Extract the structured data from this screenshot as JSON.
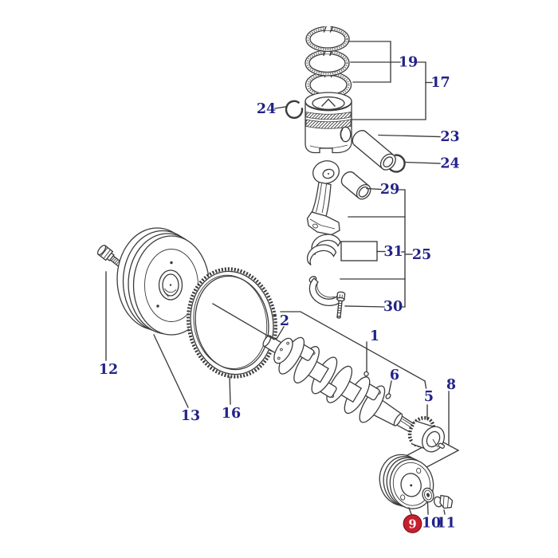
{
  "diagram": {
    "figure_type": "exploded-parts-diagram",
    "background": "#ffffff",
    "line_color": "#3b3b3b",
    "label_color": "#232388",
    "callouts": {
      "c19": "19",
      "c17": "17",
      "c24_left": "24",
      "c23": "23",
      "c24_right": "24",
      "c29": "29",
      "c31": "31",
      "c25": "25",
      "c30": "30",
      "c12": "12",
      "c13": "13",
      "c16": "16",
      "c2": "2",
      "c1": "1",
      "c6": "6",
      "c5": "5",
      "c8": "8",
      "c10": "10",
      "c11": "11"
    },
    "highlight_badge": {
      "label": "9",
      "fill": "#c6202e",
      "border": "#7e1018",
      "text_color": "#ffffff"
    }
  }
}
